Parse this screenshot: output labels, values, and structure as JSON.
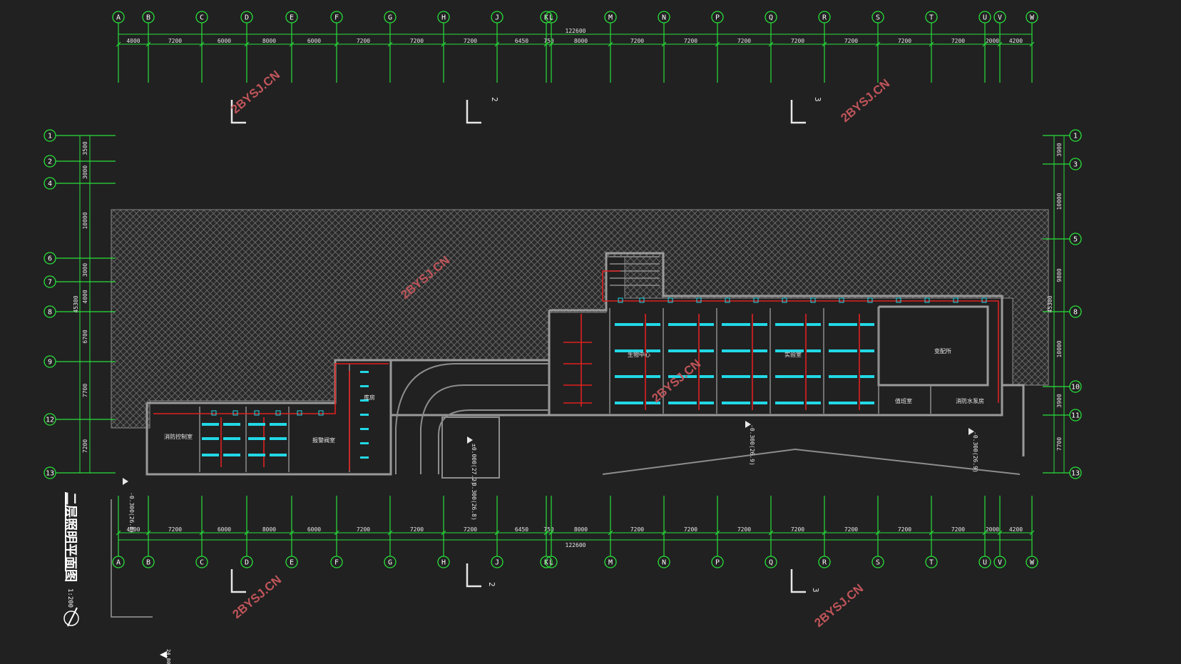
{
  "drawing": {
    "title": "二层照明平面图",
    "scale": "1:200",
    "watermark": "2BYSJ.CN",
    "colors": {
      "background": "#212121",
      "grid": "#28e03a",
      "wall": "#9a9a9a",
      "wiring": "#e02020",
      "fixture": "#22d8e6",
      "watermark": "#c0555a",
      "text": "#e8e8e8"
    }
  },
  "grid_axes": {
    "columns": [
      "A",
      "B",
      "C",
      "D",
      "E",
      "F",
      "G",
      "H",
      "J",
      "K",
      "L",
      "M",
      "N",
      "P",
      "Q",
      "R",
      "S",
      "T",
      "U",
      "V",
      "W"
    ],
    "spacings": [
      "4000",
      "7200",
      "6000",
      "8000",
      "6000",
      "7200",
      "7200",
      "7200",
      "6450",
      "750",
      "8000",
      "7200",
      "7200",
      "7200",
      "7200",
      "7200",
      "7200",
      "7200",
      "2000",
      "4200"
    ],
    "total": "122600",
    "left_rows": [
      "1",
      "2",
      "4",
      "6",
      "7",
      "8",
      "9",
      "12",
      "13"
    ],
    "left_spacings": [
      "3500",
      "3000",
      "10000",
      "3000",
      "4000",
      "6700",
      "7700",
      "7200"
    ],
    "left_total": "45300",
    "right_rows": [
      "1",
      "3",
      "5",
      "8",
      "10",
      "11",
      "13"
    ],
    "right_spacings": [
      "3900",
      "10000",
      "9800",
      "10000",
      "3900",
      "7700"
    ],
    "right_total": "45300"
  },
  "sections": [
    "2",
    "3"
  ],
  "elevations": [
    "-0.300(26.8)",
    "±0.000(27.2)",
    "-0.300(26.8)",
    "-0.300(26.9)",
    "-0.300(26.9)"
  ],
  "rooms": [
    "变配所",
    "消防水泵房",
    "值班室",
    "报警阀室",
    "消防控制室",
    "生物中心",
    "实验室",
    "库房"
  ],
  "extra_label": "24.80"
}
